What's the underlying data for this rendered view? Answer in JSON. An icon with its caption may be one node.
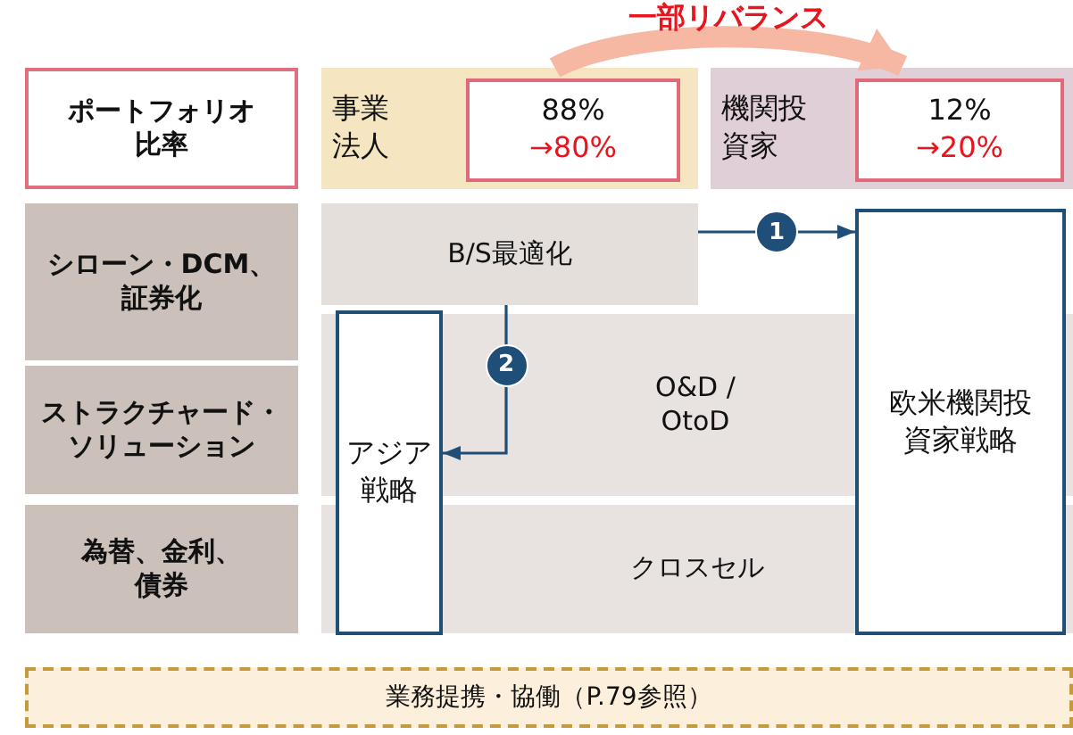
{
  "diagram": {
    "nodes": [
      {
        "text": [
          "ポートフォリオ比率"
        ]
      },
      {
        "text": [
          "事業法人"
        ]
      },
      {
        "text": [
          "88%",
          "→80%"
        ],
        "in": 1
      },
      {
        "text": [
          "機関投資家"
        ]
      },
      {
        "text": [
          "12%",
          "→20%"
        ],
        "in": 3
      },
      {
        "text": [
          "シローン・DCM、証券化"
        ]
      },
      {
        "text": [
          "ストラクチャード・ソリューション"
        ]
      },
      {
        "text": [
          "為替、金利、債券"
        ]
      },
      {
        "text": [
          "B/S最適化"
        ]
      },
      {
        "text": [
          "O&D / OtoD"
        ]
      },
      {
        "text": [
          "クロスセル"
        ]
      },
      {
        "text": [
          "アジア戦略"
        ]
      },
      {
        "text": [
          "欧米機関投資家戦略"
        ]
      },
      {
        "text": [
          "業務提携・協働（P.79参照）"
        ]
      }
    ],
    "edges": [
      {
        "from": 1,
        "to": 3,
        "arrow": "to",
        "label": "一部リバランス",
        "style": "thick",
        "color": "#f6b7a3"
      },
      {
        "from": 8,
        "to": 12,
        "arrow": "to",
        "label": "1"
      },
      {
        "from": 8,
        "to": 11,
        "arrow": "to",
        "label": "2"
      }
    ]
  }
}
